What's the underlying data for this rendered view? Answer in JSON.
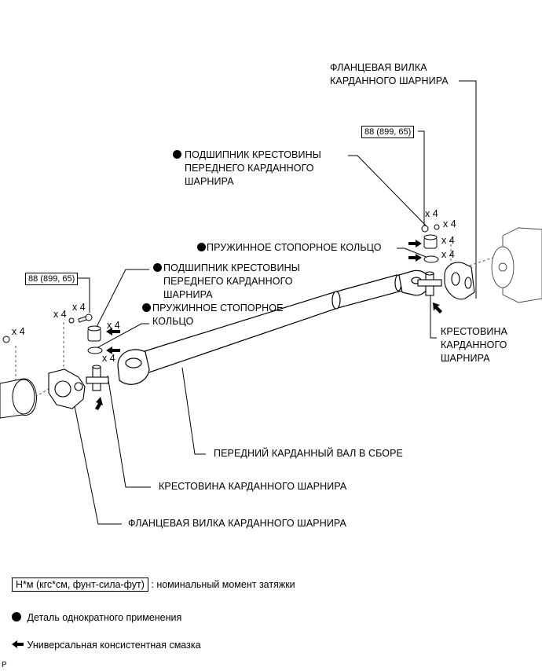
{
  "labels": {
    "rear_flange_yoke": [
      "ФЛАНЦЕВАЯ ВИЛКА",
      "КАРДАННОГО ШАРНИРА"
    ],
    "rear_bearing": [
      "ПОДШИПНИК КРЕСТОВИНЫ",
      "ПЕРЕДНЕГО КАРДАННОГО",
      "ШАРНИРА"
    ],
    "rear_snap_ring": "ПРУЖИННОЕ СТОПОРНОЕ КОЛЬЦО",
    "front_bearing": [
      "ПОДШИПНИК КРЕСТОВИНЫ",
      "ПЕРЕДНЕГО КАРДАННОГО",
      "ШАРНИРА"
    ],
    "front_snap_ring": [
      "ПРУЖИННОЕ СТОПОРНОЕ",
      "КОЛЬЦО"
    ],
    "rear_spider": [
      "КРЕСТОВИНА",
      "КАРДАННОГО",
      "ШАРНИРА"
    ],
    "shaft_assembly": "ПЕРЕДНИЙ КАРДАННЫЙ ВАЛ В СБОРЕ",
    "front_spider": "КРЕСТОВИНА КАРДАННОГО ШАРНИРА",
    "front_flange_yoke": "ФЛАНЦЕВАЯ ВИЛКА КАРДАННОГО ШАРНИРА"
  },
  "torque_specs": {
    "rear": "88 (899, 65)",
    "front": "88 (899, 65)"
  },
  "quantities": {
    "rear_nut": "x 4",
    "rear_washer": "x 4",
    "rear_bearing": "x 4",
    "rear_snap_ring": "x 4",
    "front_bolt": "x 4",
    "front_washer": "x 4",
    "front_bearing": "x 4",
    "front_snap_ring": "x 4",
    "left_nut": "x 4"
  },
  "legend": {
    "torque_unit": "Н*м (кгс*см, фунт-сила-фут)",
    "torque_desc": ": номинальный момент затяжки",
    "non_reusable": "Деталь однократного применения",
    "grease": "Универсальная консистентная смазка"
  },
  "footer_mark": "P"
}
